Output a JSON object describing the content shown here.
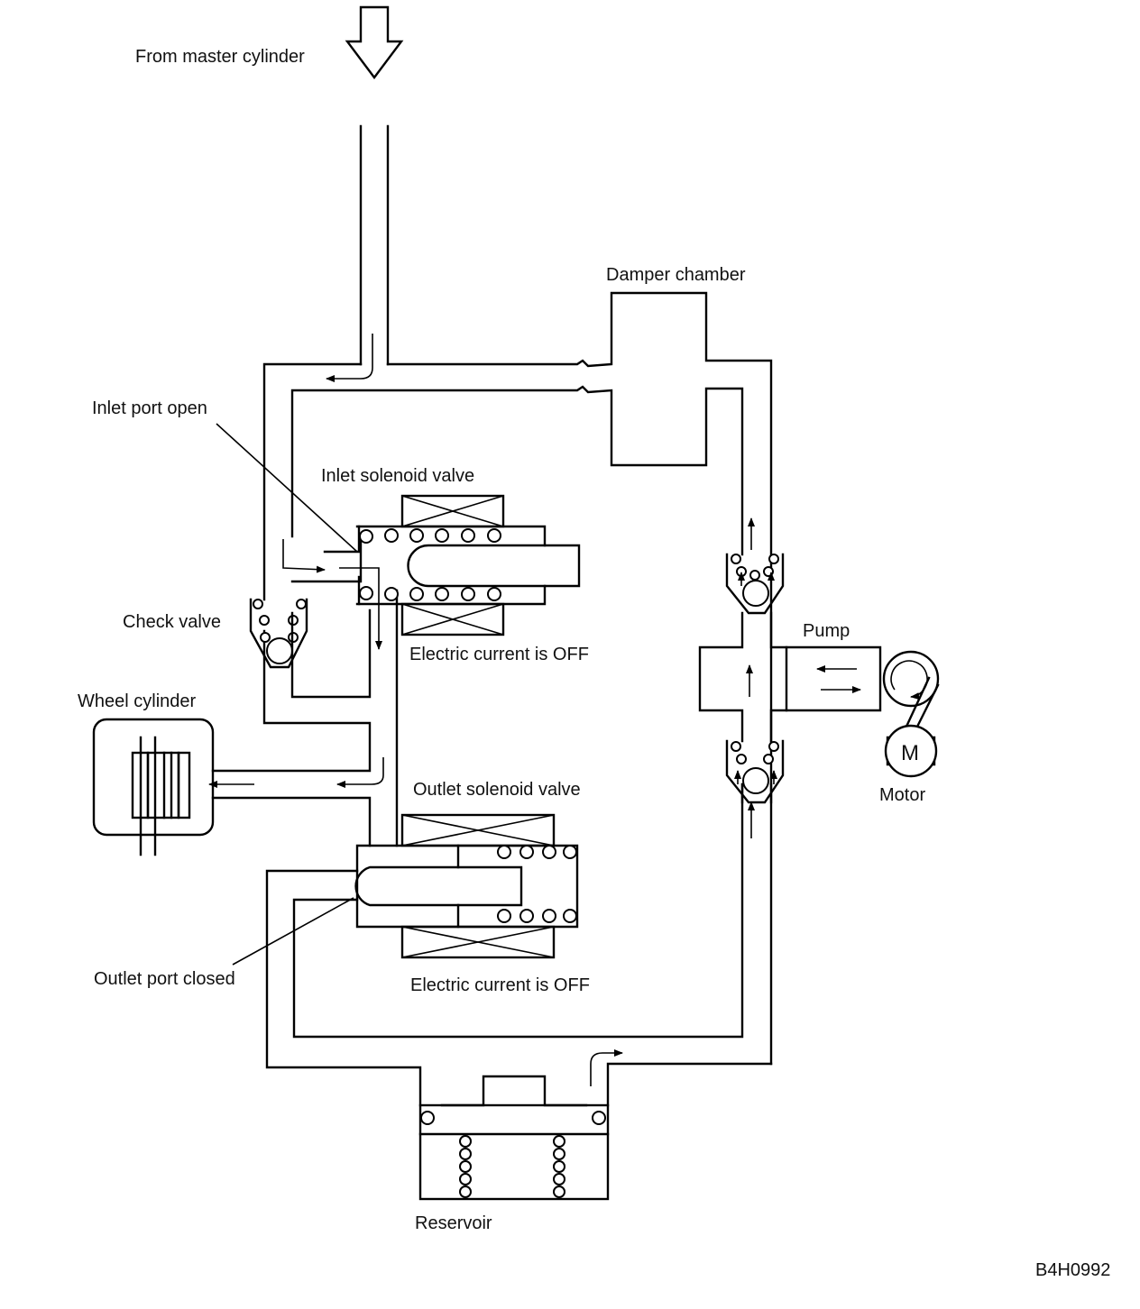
{
  "labels": {
    "from_master": "From master cylinder",
    "damper_chamber": "Damper chamber",
    "inlet_port_open": "Inlet port open",
    "inlet_solenoid_valve": "Inlet solenoid valve",
    "check_valve": "Check valve",
    "electric_current_off_inlet": "Electric current is OFF",
    "pump": "Pump",
    "wheel_cylinder": "Wheel cylinder",
    "outlet_solenoid_valve": "Outlet solenoid valve",
    "motor": "Motor",
    "motor_symbol": "M",
    "outlet_port_closed": "Outlet port closed",
    "electric_current_off_outlet": "Electric current is OFF",
    "reservoir": "Reservoir",
    "figure_code": "B4H0992"
  },
  "colors": {
    "line": "#000000",
    "background": "#ffffff"
  }
}
